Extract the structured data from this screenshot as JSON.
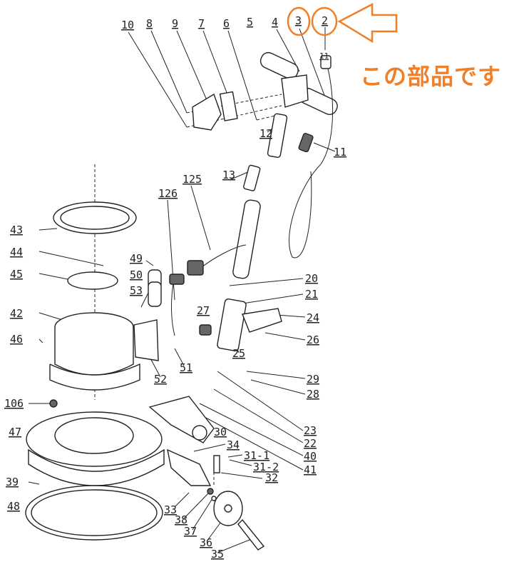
{
  "callout": {
    "text": "この部品です",
    "color": "#f07f2a",
    "highlighted_parts": [
      "3",
      "2"
    ]
  },
  "labels": {
    "p10": "10",
    "p8": "8",
    "p9": "9",
    "p7": "7",
    "p6": "6",
    "p5": "5",
    "p4": "4",
    "p3": "3",
    "p2": "2",
    "p11a": "11",
    "p12": "12",
    "p11b": "11",
    "p13": "13",
    "p125": "125",
    "p126": "126",
    "p43": "43",
    "p44": "44",
    "p45": "45",
    "p42": "42",
    "p46": "46",
    "p49": "49",
    "p50": "50",
    "p53": "53",
    "p52": "52",
    "p51": "51",
    "p20": "20",
    "p21": "21",
    "p27": "27",
    "p24": "24",
    "p25": "25",
    "p26": "26",
    "p29": "29",
    "p28": "28",
    "p23": "23",
    "p22": "22",
    "p40": "40",
    "p41": "41",
    "p106": "106",
    "p47": "47",
    "p30": "30",
    "p34": "34",
    "p31_1": "31-1",
    "p31_2": "31-2",
    "p32": "32",
    "p39": "39",
    "p48": "48",
    "p33": "33",
    "p38": "38",
    "p37": "37",
    "p36": "36",
    "p35": "35"
  }
}
